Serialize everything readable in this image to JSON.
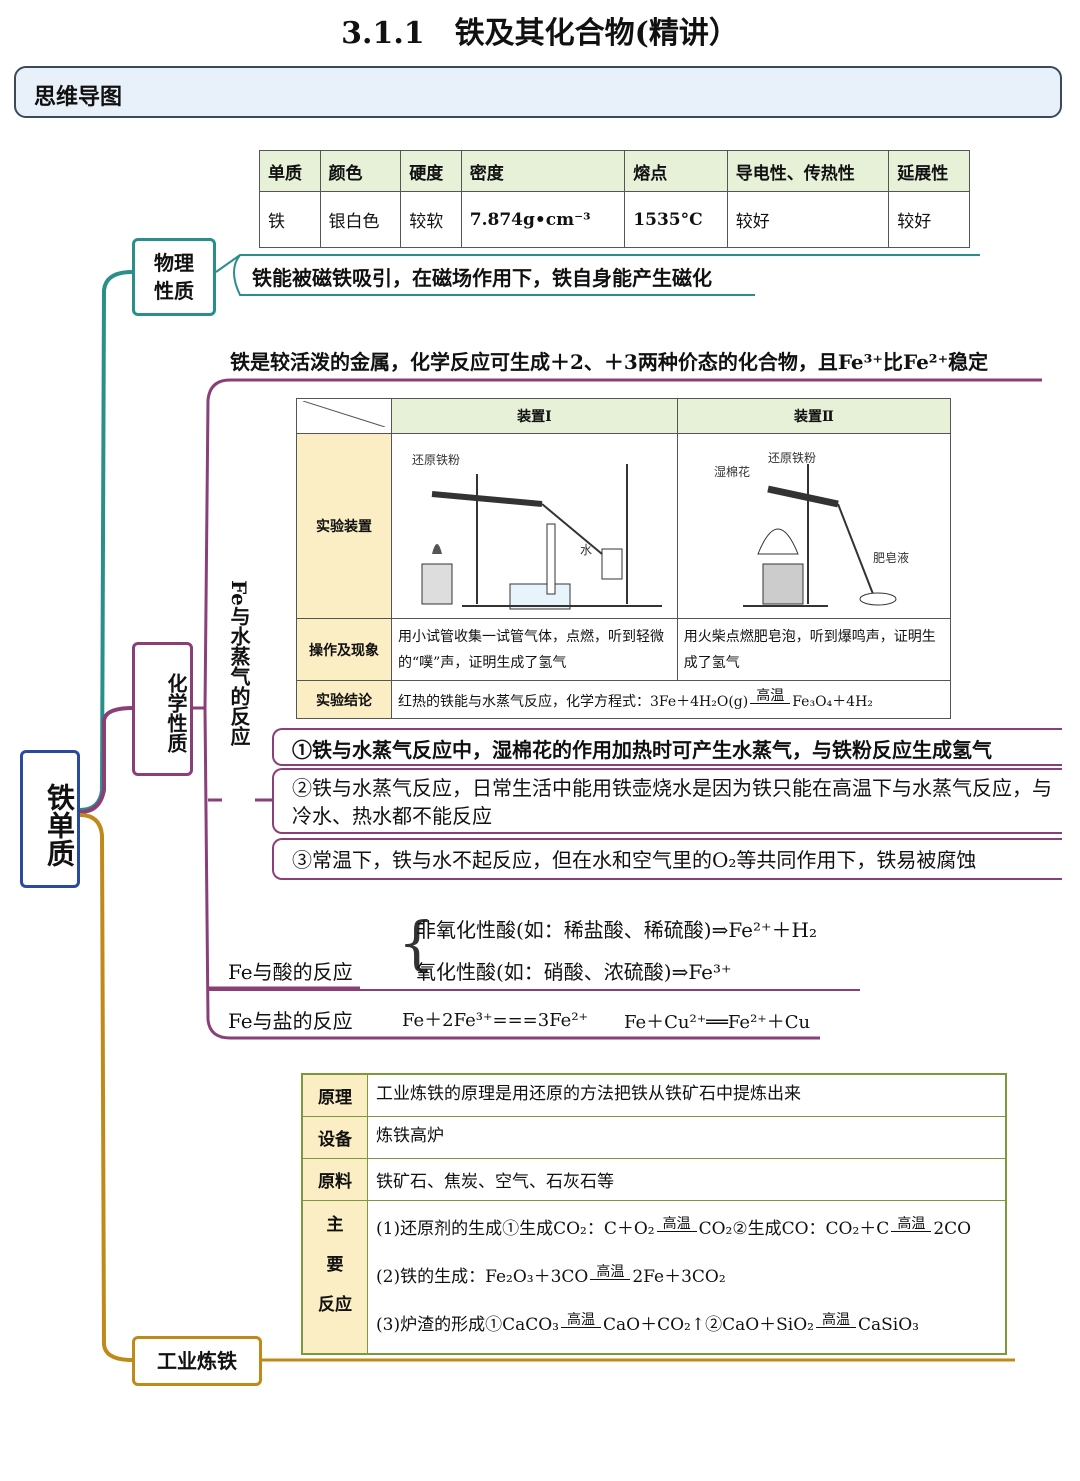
{
  "title": "3.1.1　铁及其化合物(精讲）",
  "banner": "思维导图",
  "root": "铁单质",
  "nodes": {
    "physical": "物理性质",
    "chemical": "化学性质",
    "industrial": "工业炼铁",
    "fe_water": "Fe与水蒸气的反应"
  },
  "physical_table": {
    "headers": [
      "单质",
      "颜色",
      "硬度",
      "密度",
      "熔点",
      "导电性、传热性",
      "延展性"
    ],
    "row": [
      "铁",
      "银白色",
      "较软",
      "7.874g•cm⁻³",
      "1535°C",
      "较好",
      "较好"
    ]
  },
  "physical_note": "铁能被磁铁吸引，在磁场作用下，铁自身能产生磁化",
  "chem_note": "铁是较活泼的金属，化学反应可生成＋2、＋3两种价态的化合物，且Fe³⁺比Fe²⁺稳定",
  "exp_table": {
    "col1": "装置Ⅰ",
    "col2": "装置Ⅱ",
    "row_device": "实验装置",
    "row_ops": "操作及现象",
    "row_conclusion": "实验结论",
    "ops1": "用小试管收集一试管气体，点燃，听到轻微的“噗”声，证明生成了氢气",
    "ops2": "用火柴点燃肥皂泡，听到爆鸣声，证明生成了氢气",
    "conclusion": "红热的铁能与水蒸气反应，化学方程式：3Fe＋4H₂O(g)",
    "conclusion_cond": "高温",
    "conclusion_prod": "Fe₃O₄＋4H₂",
    "label_fe_powder": "还原铁粉",
    "label_water": "水",
    "label_cotton": "湿棉花",
    "label_fe_powder2": "还原铁粉",
    "label_soap": "肥皂液"
  },
  "water_notes": [
    "①铁与水蒸气反应中，湿棉花的作用加热时可产生水蒸气，与铁粉反应生成氢气",
    "②铁与水蒸气反应，日常生活中能用铁壶烧水是因为铁只能在高温下与水蒸气反应，与冷水、热水都不能反应",
    "③常温下，铁与水不起反应，但在水和空气里的O₂等共同作用下，铁易被腐蚀"
  ],
  "acid": {
    "label": "Fe与酸的反应",
    "line1": "非氧化性酸(如：稀盐酸、稀硫酸)⇒Fe²⁺＋H₂",
    "line2": "氧化性酸(如：硝酸、浓硫酸)⇒Fe³⁺"
  },
  "salt": {
    "label": "Fe与盐的反应",
    "eq1": "Fe＋2Fe³⁺===3Fe²⁺",
    "eq2": "Fe＋Cu²⁺══Fe²⁺＋Cu"
  },
  "industry_table": {
    "principle_label": "原理",
    "principle": "工业炼铁的原理是用还原的方法把铁从铁矿石中提炼出来",
    "equipment_label": "设备",
    "equipment": "炼铁高炉",
    "materials_label": "原料",
    "materials": "铁矿石、焦炭、空气、石灰石等",
    "reactions_label": "主　要　反应",
    "cond": "高温",
    "r1a": "(1)还原剂的生成①生成CO₂：C＋O₂",
    "r1b": "CO₂②生成CO：CO₂＋C",
    "r1c": "2CO",
    "r2a": "(2)铁的生成：Fe₂O₃＋3CO",
    "r2b": "2Fe＋3CO₂",
    "r3a": "(3)炉渣的形成①CaCO₃",
    "r3b": "CaO＋CO₂↑②CaO＋SiO₂",
    "r3c": "CaSiO₃"
  },
  "colors": {
    "teal": "#2a8f8a",
    "purple": "#8a3f78",
    "gold": "#c08a1a",
    "root_border": "#2a4aa0"
  }
}
